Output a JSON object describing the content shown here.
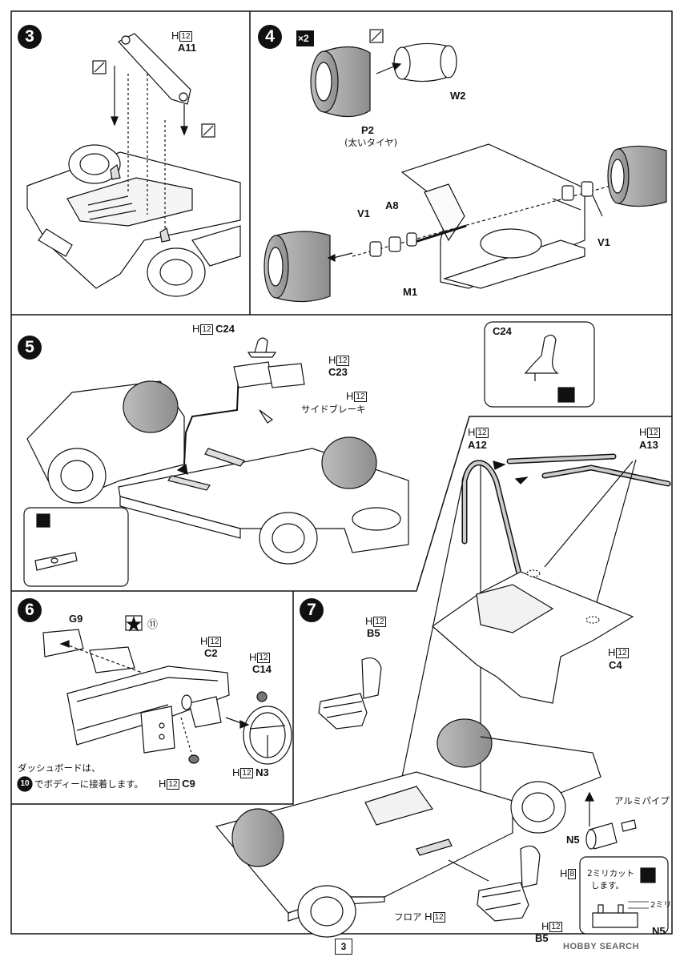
{
  "page_number": "3",
  "watermark": "HOBBY SEARCH",
  "steps": {
    "s3": {
      "number": "3",
      "part": "A11",
      "runner": "H",
      "runner_no": "12"
    },
    "s4": {
      "number": "4",
      "multiplier": "×2",
      "parts": {
        "w2": "W2",
        "p2": "P2",
        "p2_note": "(太いタイヤ)",
        "v1_left": "V1",
        "v1_right": "V1",
        "a8": "A8",
        "m1": "M1"
      }
    },
    "s5": {
      "number": "5",
      "c24": "C24",
      "c23": "C23",
      "brake_label": "サイドブレーキ",
      "inset_label": "C24",
      "runner": "H",
      "runner_no": "12"
    },
    "s6": {
      "number": "6",
      "g9": "G9",
      "paint_ref": "⑪",
      "c2": "C2",
      "c14": "C14",
      "n3": "N3",
      "c9": "C9",
      "note_line1": "ダッシュボードは、",
      "note_step": "10",
      "note_line2": "でボディーに接着します。",
      "runner": "H",
      "runner_no": "12"
    },
    "s7": {
      "number": "7",
      "a12": "A12",
      "a13": "A13",
      "b5_top": "B5",
      "b5_bottom": "B5",
      "c4": "C4",
      "n5_mid": "N5",
      "n5_inset": "N5",
      "pipe_label": "アルミパイプ",
      "runner_h8": "8",
      "floor_label": "フロア",
      "inset_cut_line1": "2ミリカット",
      "inset_cut_line2": "します。",
      "inset_dim": "2ミリ",
      "runner": "H",
      "runner_no": "12"
    }
  }
}
